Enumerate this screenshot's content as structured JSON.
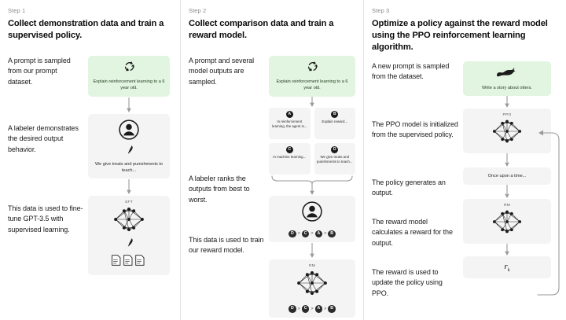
{
  "diagram": {
    "title": "RLHF training pipeline",
    "accent_green": "#e2f5e0",
    "card_gray": "#f4f4f4",
    "divider": "#e3e3e3"
  },
  "steps": [
    {
      "label": "Step 1",
      "title": "Collect demonstration data and train a supervised policy.",
      "rows": [
        {
          "desc": "A prompt is sampled from our prompt dataset.",
          "card": {
            "kind": "green",
            "icon": "recycle-icon",
            "text": "Explain reinforcement learning to a 6 year old."
          }
        },
        {
          "desc": "A labeler demonstrates the desired output behavior.",
          "card": {
            "kind": "gray",
            "icon": "labeler-person-icon",
            "text": "We give treats and punishments to teach..."
          }
        },
        {
          "desc": "This data is used to fine-tune GPT-3.5 with supervised learning.",
          "card": {
            "kind": "gray",
            "icon": "neural-net-icon",
            "model_label": "SFT",
            "text": ""
          }
        }
      ]
    },
    {
      "label": "Step 2",
      "title": "Collect comparison data and train a reward model.",
      "rows": [
        {
          "desc": "A prompt and several model outputs are sampled.",
          "card": {
            "kind": "green",
            "icon": "recycle-icon",
            "text": "Explain reinforcement learning to a 6 year old."
          },
          "options": [
            {
              "badge": "A",
              "text": "In reinforcement learning, the agent is..."
            },
            {
              "badge": "B",
              "text": "Explain reward..."
            },
            {
              "badge": "C",
              "text": "In machine learning..."
            },
            {
              "badge": "D",
              "text": "We give treats and punishments to teach..."
            }
          ]
        },
        {
          "desc": "A labeler ranks the outputs from best to worst.",
          "card": {
            "kind": "gray",
            "icon": "labeler-person-icon",
            "ranking": [
              "D",
              "C",
              "A",
              "B"
            ]
          }
        },
        {
          "desc": "This data is used to train our reward model.",
          "card": {
            "kind": "gray",
            "icon": "neural-net-icon",
            "model_label": "RM",
            "ranking": [
              "D",
              "C",
              "A",
              "B"
            ]
          }
        }
      ]
    },
    {
      "label": "Step 3",
      "title": "Optimize a policy against the reward model using the PPO reinforcement learning algorithm.",
      "rows": [
        {
          "desc": "A new prompt is sampled from the dataset.",
          "card": {
            "kind": "green",
            "icon": "otter-icon",
            "text": "Write a story about otters."
          }
        },
        {
          "desc": "The PPO model is initialized from the supervised policy.",
          "card": {
            "kind": "gray",
            "icon": "neural-net-icon",
            "model_label": "PPO"
          }
        },
        {
          "desc": "The policy generates an output.",
          "card": {
            "kind": "gray",
            "icon": "text-output-icon",
            "text": "Once upon a time..."
          }
        },
        {
          "desc": "The reward model calculates a reward for the output.",
          "card": {
            "kind": "gray",
            "icon": "neural-net-icon",
            "model_label": "RM"
          }
        },
        {
          "desc": "The reward is used to update the policy using PPO.",
          "card": {
            "kind": "gray",
            "icon": "reward-symbol-icon",
            "reward_symbol": "r",
            "reward_subscript": "k"
          }
        }
      ]
    }
  ]
}
